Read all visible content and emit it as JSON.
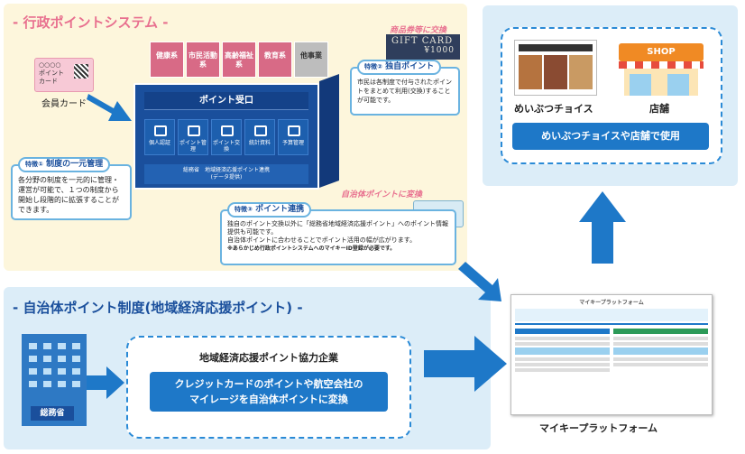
{
  "top": {
    "heading": "- 行政ポイントシステム -",
    "card": {
      "line1": "○○○○",
      "line2": "ポイント",
      "line3": "カード",
      "label": "会員カード"
    },
    "categories": [
      "健康系",
      "市民活動系",
      "高齢福祉系",
      "教育系",
      "他事業"
    ],
    "receive": "ポイント受口",
    "functions": [
      "個人認証",
      "ポイント管理",
      "ポイント交換",
      "統計資料",
      "予算管理"
    ],
    "assist": [
      "総務省",
      "地域経済応援ポイント連携",
      "(データ提供)"
    ],
    "feature1": {
      "tag_prefix": "特徴①",
      "tag": "制度の一元管理",
      "body": "各分野の制度を一元的に管理・運営が可能で、１つの制度から開始し段階的に拡張することができます。"
    },
    "feature2": {
      "tag_prefix": "特徴②",
      "tag": "独自ポイント",
      "body": "市民は各制度で付与されたポイントをまとめて利用(交換)することが可能です。"
    },
    "feature3": {
      "tag_prefix": "特徴③",
      "tag": "ポイント連携",
      "body1": "独自のポイント交換以外に「総務省地域経済応援ポイント」へのポイント情報提供も可能です。",
      "body2": "自治体ポイントに合わせることでポイント活用の幅が広がります。",
      "note": "※あらかじめ行政ポイントシステムへのマイキーID登録が必要です。"
    },
    "note_gift": "商品券等に交換",
    "note_mynumber": "自治体ポイントに変換",
    "giftcard": {
      "line1": "GIFT CARD",
      "line2": "¥1000"
    }
  },
  "right": {
    "thumb_label": "めいぶつチョイス",
    "shop_sign": "SHOP",
    "shop_label": "店舗",
    "button": "めいぶつチョイスや店舗で使用"
  },
  "bottom": {
    "heading": "- 自治体ポイント制度(地域経済応援ポイント) -",
    "coop_title": "地域経済応援ポイント協力企業",
    "coop_line1": "クレジットカードのポイントや航空会社の",
    "coop_line2": "マイレージを自治体ポイントに変換",
    "ministry": "総務省"
  },
  "site": {
    "title": "マイキープラットフォーム",
    "label": "マイキープラットフォーム"
  },
  "colors": {
    "pink": "#e8708f",
    "navy": "#1a4f9c",
    "blue": "#1e78c8",
    "cream": "#fdf6dc",
    "lightblue": "#dcedf8"
  }
}
